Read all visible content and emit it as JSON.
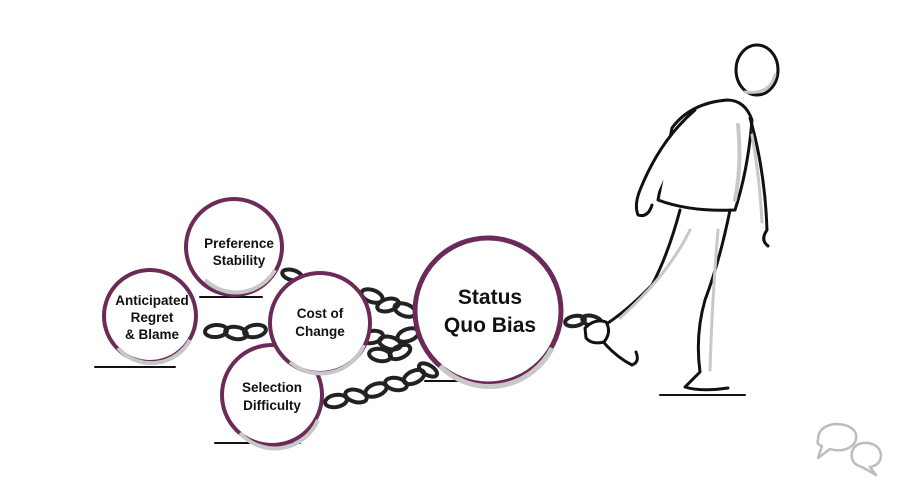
{
  "colors": {
    "ball_outline": "#6b2a57",
    "ink": "#111111",
    "shadow_gray": "#c8c8c8",
    "logo_gray": "#bdbdbd"
  },
  "balls": {
    "status_quo": {
      "line1": "Status",
      "line2": "Quo Bias"
    },
    "preference": {
      "line1": "Preference",
      "line2": "Stability"
    },
    "regret": {
      "line1": "Anticipated",
      "line2": "Regret",
      "line3": "& Blame"
    },
    "cost": {
      "line1": "Cost of",
      "line2": "Change"
    },
    "selection": {
      "line1": "Selection",
      "line2": "Difficulty"
    }
  },
  "icons": {
    "figure": "walking-person-icon",
    "logo": "speech-bubbles-icon"
  }
}
